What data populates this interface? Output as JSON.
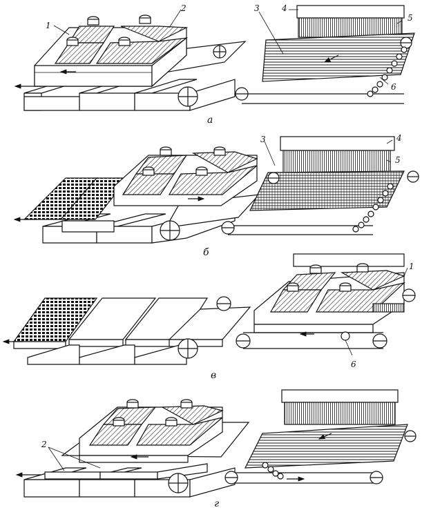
{
  "panels": [
    {
      "letter": "а",
      "callouts": {
        "hood_label": "1",
        "curtain_right_label": "2",
        "frame_label": "3",
        "beam_label": "4",
        "bristle_label": "5",
        "roller_label": "6"
      }
    },
    {
      "letter": "б",
      "callouts": {
        "frame_label": "3",
        "beam_label": "4",
        "bristle_label": "5"
      }
    },
    {
      "letter": "в",
      "callouts": {
        "hood_label": "1",
        "roller_label": "6"
      }
    },
    {
      "letter": "г",
      "callouts": {
        "curtain_label": "2"
      }
    }
  ]
}
